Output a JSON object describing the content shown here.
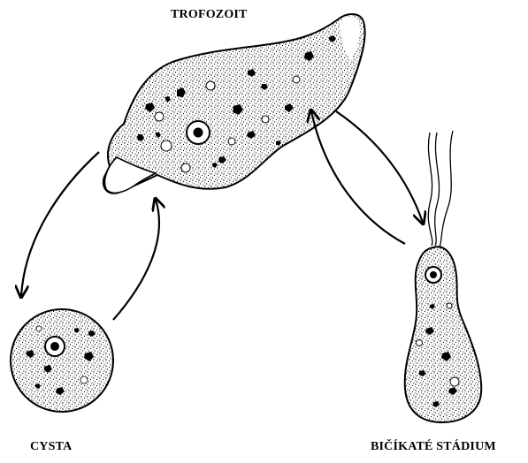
{
  "labels": {
    "trofozoit": "TROFOZOIT",
    "cysta": "CYSTA",
    "bicikate": "BIČÍKATÉ STÁDIUM"
  }
}
